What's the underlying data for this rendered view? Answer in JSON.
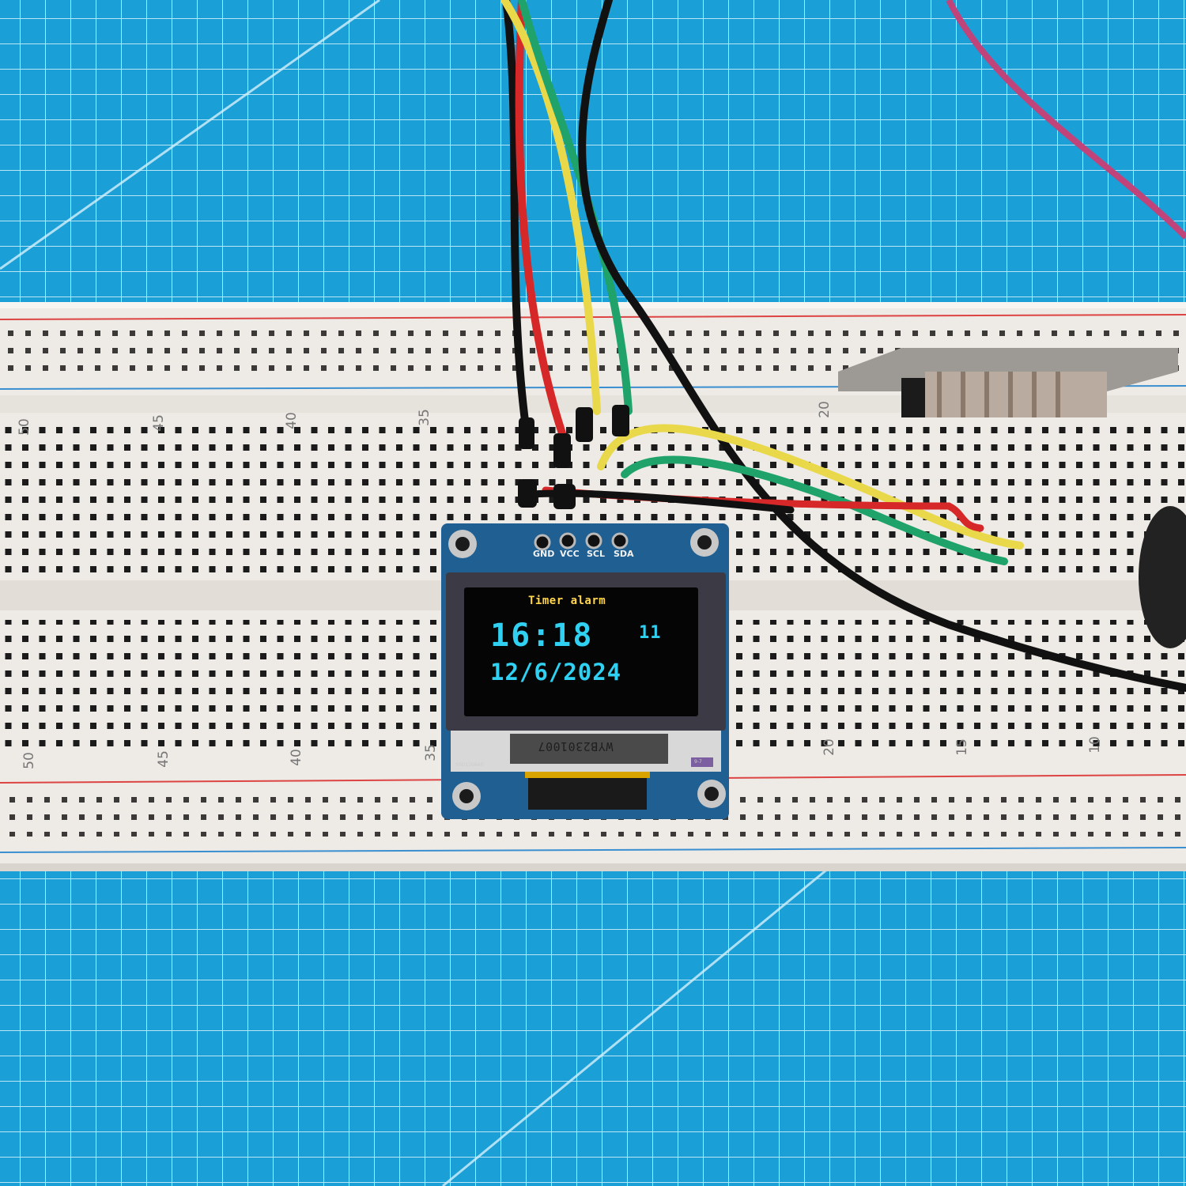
{
  "oled": {
    "title": "Timer alarm",
    "time": "16:18",
    "seconds": "11",
    "date": "12/6/2024"
  },
  "pins": [
    "GND",
    "VCC",
    "SCL",
    "SDA"
  ],
  "flex_cable_text": "WYB2301007",
  "chip_labels": {
    "left": "SSD1306A0",
    "right": "9-7"
  },
  "breadboard_numbers": {
    "top": [
      "50",
      "45",
      "40",
      "35",
      "20"
    ],
    "bottom": [
      "50",
      "45",
      "40",
      "35",
      "20",
      "15",
      "10"
    ]
  },
  "colors": {
    "mat": "#1a9fd6",
    "breadboard": "#eeeae5",
    "pcb": "#1f5f92",
    "oled_yellow": "#ffd54a",
    "oled_cyan": "#2fd0f2",
    "wire_red": "#d62828",
    "wire_yellow": "#e8d84a",
    "wire_green": "#1fa36a",
    "wire_black": "#111111",
    "wire_pink": "#c0447a"
  }
}
